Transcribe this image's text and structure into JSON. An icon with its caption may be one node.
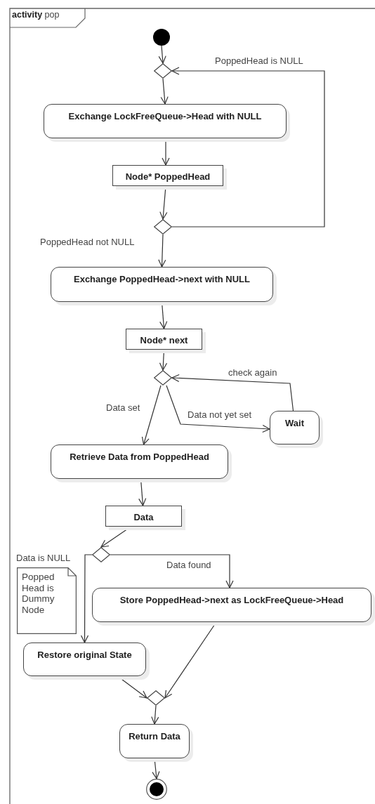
{
  "diagram": {
    "title": "**activity** pop",
    "nodes": [
      {
        "text": [],
        "shape": "circle"
      },
      {
        "text": [],
        "shape": "diamond"
      },
      {
        "text": [
          "Exchange LockFreeQueue->Head with NULL"
        ]
      },
      {
        "text": [
          "Node* PoppedHead"
        ]
      },
      {
        "text": [],
        "shape": "diamond"
      },
      {
        "text": [
          "Exchange PoppedHead->next with NULL"
        ]
      },
      {
        "text": [
          "Node* next"
        ]
      },
      {
        "text": [],
        "shape": "diamond"
      },
      {
        "text": [
          "Wait"
        ]
      },
      {
        "text": [
          "Retrieve Data from PoppedHead"
        ]
      },
      {
        "text": [
          "Data"
        ]
      },
      {
        "text": [],
        "shape": "diamond"
      },
      {
        "text": [
          "Popped Head is Dummy Node"
        ]
      },
      {
        "text": [
          "Store PoppedHead->next as LockFreeQueue->Head"
        ]
      },
      {
        "text": [
          "Restore original State"
        ]
      },
      {
        "text": [],
        "shape": "diamond"
      },
      {
        "text": [
          "Return Data"
        ]
      },
      {
        "text": [],
        "shape": "circle"
      }
    ],
    "edges": [
      {
        "from": 0,
        "to": 1,
        "arrow": "to"
      },
      {
        "from": 1,
        "to": 2,
        "arrow": "to"
      },
      {
        "from": 2,
        "to": 3,
        "arrow": "to"
      },
      {
        "from": 3,
        "to": 4,
        "arrow": "to"
      },
      {
        "from": 4,
        "to": 1,
        "arrow": "to",
        "label": "PoppedHead is NULL"
      },
      {
        "from": 4,
        "to": 5,
        "arrow": "to",
        "label": "PoppedHead not NULL"
      },
      {
        "from": 5,
        "to": 6,
        "arrow": "to"
      },
      {
        "from": 6,
        "to": 7,
        "arrow": "to"
      },
      {
        "from": 7,
        "to": 9,
        "arrow": "to",
        "label": "Data set"
      },
      {
        "from": 7,
        "to": 8,
        "arrow": "to",
        "label": "Data not yet set"
      },
      {
        "from": 8,
        "to": 7,
        "arrow": "to",
        "label": "check again"
      },
      {
        "from": 9,
        "to": 10,
        "arrow": "to"
      },
      {
        "from": 10,
        "to": 11,
        "arrow": "to"
      },
      {
        "from": 11,
        "to": 14,
        "arrow": "to",
        "label": "Data is NULL"
      },
      {
        "from": 11,
        "to": 13,
        "arrow": "to",
        "label": "Data found"
      },
      {
        "from": 14,
        "to": 15,
        "arrow": "to"
      },
      {
        "from": 13,
        "to": 15,
        "arrow": "to"
      },
      {
        "from": 15,
        "to": 16,
        "arrow": "to"
      },
      {
        "from": 16,
        "to": 17,
        "arrow": "to"
      }
    ]
  }
}
